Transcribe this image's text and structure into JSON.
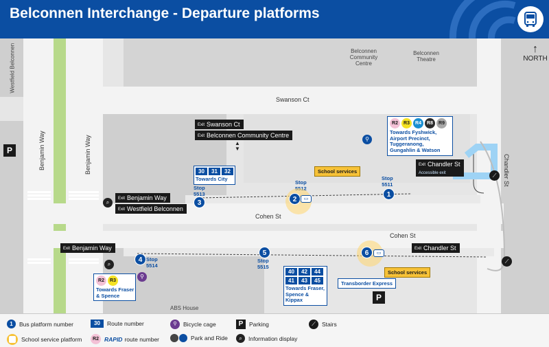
{
  "header": {
    "title": "Belconnen Interchange - Departure platforms",
    "brand_color": "#0b4ea2"
  },
  "map": {
    "north_label": "NORTH",
    "places": {
      "westfield_belconnen": "Westfield Belconnen",
      "belconnen_community_centre": "Belconnen Community Centre",
      "belconnen_theatre": "Belconnen Theatre",
      "abs_house": "ABS House"
    },
    "streets": {
      "swanson_ct": "Swanson Ct",
      "cohen_st_1": "Cohen St",
      "cohen_st_2": "Cohen St",
      "benjamin_way_1": "Benjamin Way",
      "benjamin_way_2": "Benjamin Way",
      "chandler_st": "Chandler St"
    },
    "exit_prefix": "Exit",
    "exits": {
      "swanson_ct": "Swanson Ct",
      "community_centre": "Belconnen Community Centre",
      "benjamin_way_top": "Benjamin Way",
      "westfield_belconnen": "Westfield Belconnen",
      "benjamin_way_left": "Benjamin Way",
      "chandler_st_top": "Chandler St",
      "chandler_st_top_note": "Accessible exit",
      "chandler_st_bottom": "Chandler St"
    },
    "platforms": [
      {
        "number": "1",
        "stop_label": "Stop",
        "stop_id": "5511"
      },
      {
        "number": "2",
        "stop_label": "Stop",
        "stop_id": "5512"
      },
      {
        "number": "3",
        "stop_label": "Stop",
        "stop_id": "5513"
      },
      {
        "number": "4",
        "stop_label": "Stop",
        "stop_id": "5514"
      },
      {
        "number": "5",
        "stop_label": "Stop",
        "stop_id": "5515"
      },
      {
        "number": "6",
        "stop_label": "",
        "stop_id": ""
      }
    ],
    "platform_1_routes": [
      "R2",
      "R3",
      "R4",
      "R8",
      "R9"
    ],
    "platform_1_dest": "Towards Fyshwick, Airport Precinct, Tuggeranong, Gungahlin & Watson",
    "platform_3_routes": [
      "30",
      "31",
      "32"
    ],
    "platform_3_dest": "Towards City",
    "platform_4_routes": [
      "R2",
      "R3"
    ],
    "platform_4_dest": "Towards Fraser & Spence",
    "platform_5_routes_row1": [
      "40",
      "42",
      "44"
    ],
    "platform_5_routes_row2": [
      "41",
      "43",
      "45"
    ],
    "platform_5_dest": "Towards Fraser, Spence & Kippax",
    "school_services_1": "School services",
    "school_services_2": "School services",
    "transborder": "Transborder Express",
    "parking_glyph": "P"
  },
  "legend": {
    "bus_platform_number": "Bus platform number",
    "route_number_sample": "30",
    "route_number": "Route number",
    "bicycle_cage": "Bicycle cage",
    "parking": "Parking",
    "parking_glyph": "P",
    "stairs": "Stairs",
    "school_service_platform": "School service platform",
    "rapid_sample": "R2",
    "rapid_word": "RAPID",
    "rapid_route_number": "route number",
    "park_and_ride": "Park and Ride",
    "information_display": "Information display",
    "platform_sample": "1"
  }
}
